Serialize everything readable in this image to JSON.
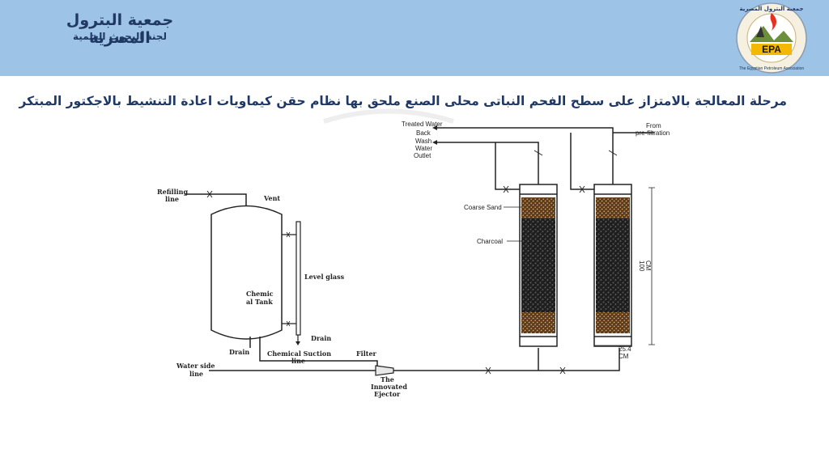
{
  "header": {
    "org_name": "جمعية البترول المصرية",
    "org_subtitle": "لجنة البحوث العلمية",
    "logo_text": "EPA",
    "logo_ring_top": "جمعية البترول المصرية",
    "logo_ring_bottom": "The Egyptian Petroleum Association"
  },
  "slide": {
    "title": "مرحلة المعالجة بالامتزاز على سطح الفحم النباتى محلى الصنع ملحق بها نظام حقن كيماويات اعادة التنشيط بالاجكتور المبتكر"
  },
  "diagram": {
    "refilling_line": [
      "Refilling",
      "line"
    ],
    "vent": "Vent",
    "level_glass": "Level glass",
    "chemical_tank": [
      "Chemic",
      "al Tank"
    ],
    "drain_right": "Drain",
    "drain_left": "Drain",
    "chemical_suction_line": [
      "Chemical Suction",
      "line"
    ],
    "filter": "Filter",
    "water_side_line": [
      "Water side",
      "line"
    ],
    "ejector": [
      "The",
      "Innovated",
      "Ejector"
    ],
    "treated_water": "Treated Water",
    "back_wash_outlet": [
      "Back",
      "Wash",
      "Water",
      "Outlet"
    ],
    "from_prefiltration": [
      "From",
      "pre-filtration"
    ],
    "coarse_sand": "Coarse Sand",
    "charcoal": "Charcoal",
    "height_label": [
      "100",
      "CM"
    ],
    "diameter_label": [
      "25.4",
      "CM"
    ]
  }
}
